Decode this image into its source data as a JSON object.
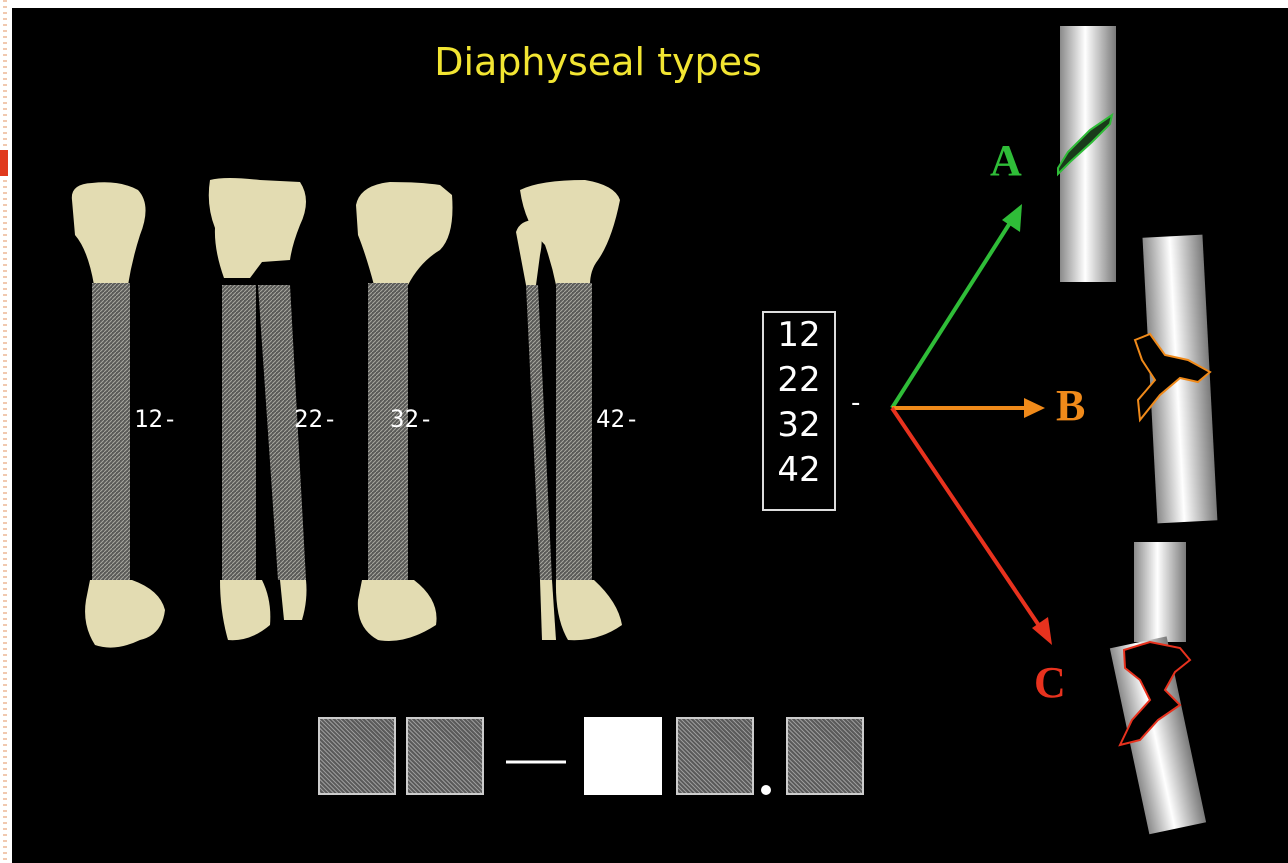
{
  "slide": {
    "title": "Diaphyseal types",
    "bone_labels": [
      "12-",
      "22-",
      "32-",
      "42-"
    ],
    "code_box": [
      "12",
      "22",
      "32",
      "42"
    ],
    "dash": "-",
    "separator_dot": ".",
    "grades": [
      {
        "letter": "A",
        "color": "#2fbd38"
      },
      {
        "letter": "B",
        "color": "#f08a1a"
      },
      {
        "letter": "C",
        "color": "#e8321e"
      }
    ],
    "colors": {
      "background": "#000000",
      "title": "#f2e532",
      "bone": "#e6dfb4",
      "arrow_a": "#2fbd38",
      "arrow_b": "#f08a1a",
      "arrow_c": "#e8321e"
    },
    "code_squares": [
      "hatched",
      "hatched",
      "white",
      "hatched",
      "hatched"
    ]
  }
}
